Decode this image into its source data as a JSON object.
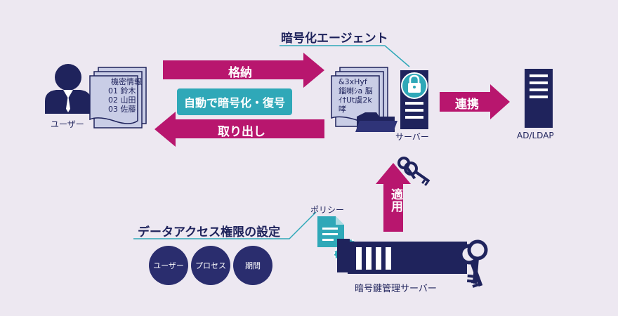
{
  "labels": {
    "user": "ユーザー",
    "store": "格納",
    "retrieve": "取り出し",
    "auto_encrypt": "自動で暗号化・復号",
    "agent": "暗号化エージェント",
    "server": "サーバー",
    "link": "連携",
    "ad_ldap": "AD/LDAP",
    "apply": "適用",
    "policy": "ポリシー",
    "access_setting": "データアクセス権限の設定",
    "key_server": "暗号鍵管理サーバー"
  },
  "plain_doc": {
    "lines": [
      "機密情報",
      "01 鈴木",
      "02 山田",
      "03 佐藤"
    ]
  },
  "cipher_doc": {
    "lines": [
      "&3xHyf",
      "錙喇ｼa 脳",
      "ｲ†Ut虞2k",
      "哮"
    ]
  },
  "circles": [
    "ユーザー",
    "プロセス",
    "期間"
  ],
  "colors": {
    "navy": "#1f235c",
    "magenta": "#b8166e",
    "teal": "#2fa8b8",
    "background": "#ede8f1",
    "doc_fill": "#c9cde6"
  },
  "icons": [
    "user-icon",
    "document-icon",
    "folder-icon",
    "server-icon",
    "lock-icon",
    "key-icon",
    "gear-icon",
    "policy-document-icon"
  ]
}
